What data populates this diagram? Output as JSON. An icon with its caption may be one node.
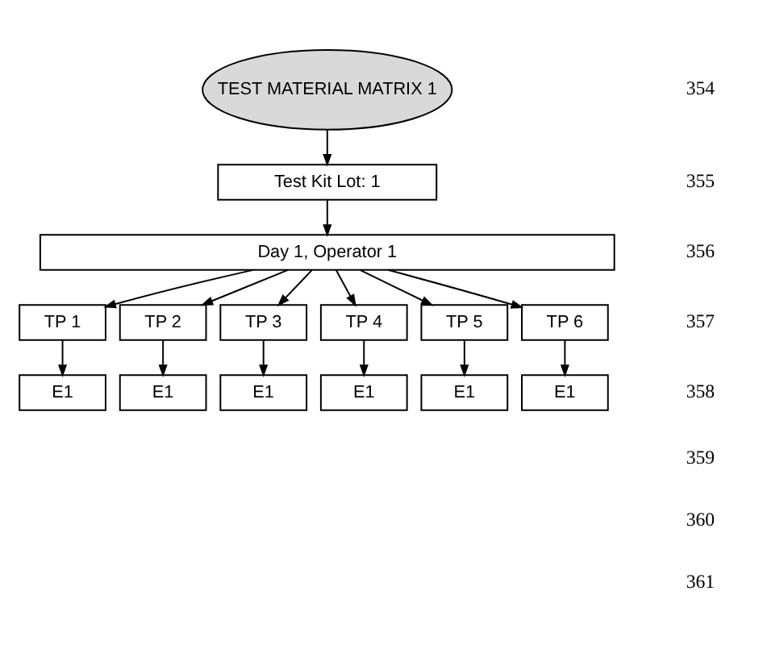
{
  "diagram": {
    "nodes": [
      {
        "text": [
          "TEST MATERIAL MATRIX 1"
        ]
      },
      {
        "text": [
          "Test Kit Lot: 1"
        ]
      },
      {
        "text": [
          "Day 1, Operator 1"
        ]
      },
      {
        "text": [
          "TP 1"
        ]
      },
      {
        "text": [
          "TP 2"
        ]
      },
      {
        "text": [
          "TP 3"
        ]
      },
      {
        "text": [
          "TP 4"
        ]
      },
      {
        "text": [
          "TP 5"
        ]
      },
      {
        "text": [
          "TP 6"
        ]
      },
      {
        "text": [
          "E1"
        ]
      },
      {
        "text": [
          "E1"
        ]
      },
      {
        "text": [
          "E1"
        ]
      },
      {
        "text": [
          "E1"
        ]
      },
      {
        "text": [
          "E1"
        ]
      },
      {
        "text": [
          "E1"
        ]
      }
    ],
    "edges": [
      {
        "from": 0,
        "to": 1,
        "arrow": "to"
      },
      {
        "from": 1,
        "to": 2,
        "arrow": "to"
      },
      {
        "from": 2,
        "to": 3,
        "arrow": "to"
      },
      {
        "from": 2,
        "to": 4,
        "arrow": "to"
      },
      {
        "from": 2,
        "to": 5,
        "arrow": "to"
      },
      {
        "from": 2,
        "to": 6,
        "arrow": "to"
      },
      {
        "from": 2,
        "to": 7,
        "arrow": "to"
      },
      {
        "from": 2,
        "to": 8,
        "arrow": "to"
      },
      {
        "from": 3,
        "to": 9,
        "arrow": "to"
      },
      {
        "from": 4,
        "to": 10,
        "arrow": "to"
      },
      {
        "from": 5,
        "to": 11,
        "arrow": "to"
      },
      {
        "from": 6,
        "to": 12,
        "arrow": "to"
      },
      {
        "from": 7,
        "to": 13,
        "arrow": "to"
      },
      {
        "from": 8,
        "to": 14,
        "arrow": "to"
      }
    ],
    "labels": [
      "354",
      "355",
      "356",
      "357",
      "358",
      "359",
      "360",
      "361"
    ]
  }
}
